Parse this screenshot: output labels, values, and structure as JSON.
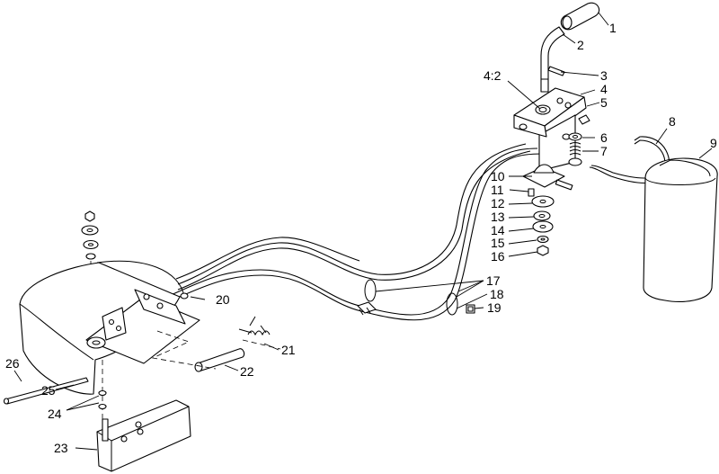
{
  "callouts": [
    {
      "text": "1"
    },
    {
      "text": "2"
    },
    {
      "text": "3"
    },
    {
      "text": "4:2"
    },
    {
      "text": "4"
    },
    {
      "text": "5"
    },
    {
      "text": "6"
    },
    {
      "text": "7"
    },
    {
      "text": "8"
    },
    {
      "text": "9"
    },
    {
      "text": "10"
    },
    {
      "text": "11"
    },
    {
      "text": "12"
    },
    {
      "text": "13"
    },
    {
      "text": "14"
    },
    {
      "text": "15"
    },
    {
      "text": "16"
    },
    {
      "text": "17"
    },
    {
      "text": "18"
    },
    {
      "text": "19"
    },
    {
      "text": "20"
    },
    {
      "text": "21"
    },
    {
      "text": "22"
    },
    {
      "text": "23"
    },
    {
      "text": "24"
    },
    {
      "text": "25"
    },
    {
      "text": "26"
    }
  ]
}
